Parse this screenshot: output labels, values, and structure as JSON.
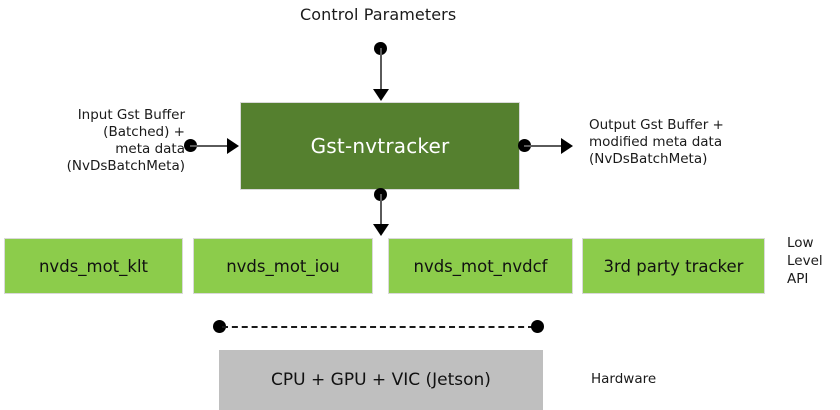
{
  "diagram": {
    "title": "Control Parameters",
    "main_block": {
      "label": "Gst-nvtracker",
      "color": "#55802F"
    },
    "input_label": {
      "line1": "Input Gst Buffer",
      "line2": "(Batched) +",
      "line3": "meta data",
      "line4": "(NvDsBatchMeta)"
    },
    "output_label": {
      "line1": "Output Gst Buffer +",
      "line2": "modified meta data",
      "line3": "(NvDsBatchMeta)"
    },
    "low_level_api": {
      "color": "#8CCC4B",
      "group_label": {
        "line1": "Low",
        "line2": "Level",
        "line3": "API"
      },
      "blocks": [
        {
          "label": "nvds_mot_klt"
        },
        {
          "label": "nvds_mot_iou"
        },
        {
          "label": "nvds_mot_nvdcf"
        },
        {
          "label": "3rd party tracker"
        }
      ]
    },
    "hardware": {
      "color": "#BFBFBF",
      "label": "CPU + GPU + VIC (Jetson)",
      "group_label": "Hardware"
    }
  }
}
